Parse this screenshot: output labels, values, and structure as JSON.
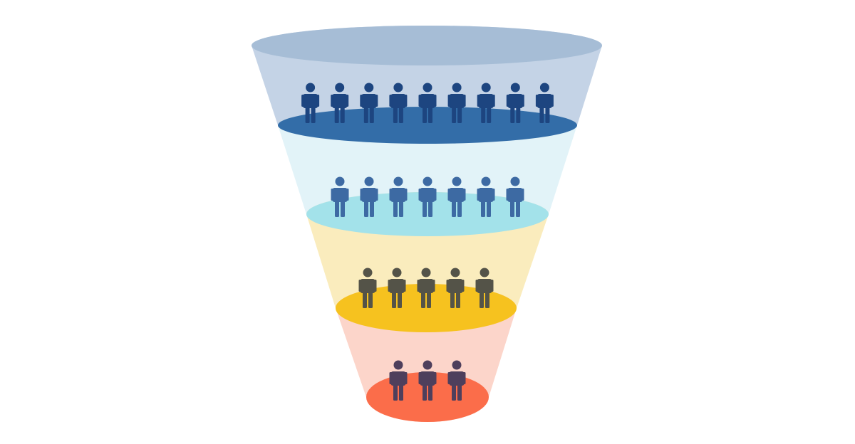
{
  "background_color": "#ffffff",
  "funnel": {
    "rim_color": "#a6bdd6",
    "stages": [
      {
        "people": 9,
        "band_color": "#c4d3e6",
        "disc_color": "#336da8",
        "person_color": "#1d4580"
      },
      {
        "people": 7,
        "band_color": "#e2f3f8",
        "disc_color": "#a3e2ea",
        "person_color": "#3d6aa3"
      },
      {
        "people": 5,
        "band_color": "#faecbd",
        "disc_color": "#f6c21f",
        "person_color": "#545348"
      },
      {
        "people": 3,
        "band_color": "#fcd5ca",
        "disc_color": "#fb6d4a",
        "person_color": "#4e3f5c"
      }
    ]
  }
}
